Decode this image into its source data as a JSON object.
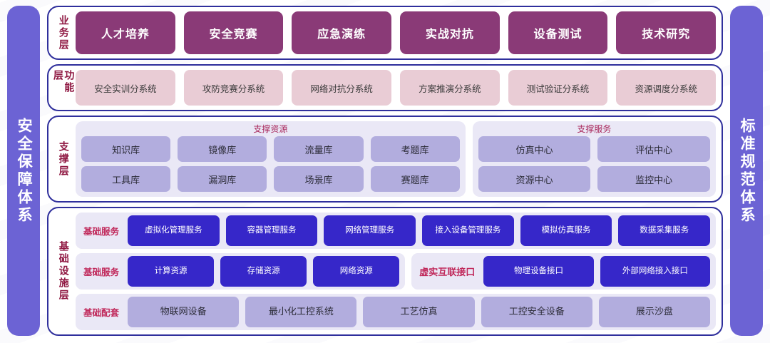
{
  "left_pillar": {
    "label": "安全保障体系"
  },
  "right_pillar": {
    "label": "标准规范体系"
  },
  "layers": {
    "business": {
      "title": "业务层",
      "items": [
        {
          "label": "人才培养"
        },
        {
          "label": "安全竞赛"
        },
        {
          "label": "应急演练"
        },
        {
          "label": "实战对抗"
        },
        {
          "label": "设备测试"
        },
        {
          "label": "技术研究"
        }
      ]
    },
    "function": {
      "title": "功能层",
      "items": [
        {
          "label": "安全实训分系统"
        },
        {
          "label": "攻防竞赛分系统"
        },
        {
          "label": "网络对抗分系统"
        },
        {
          "label": "方案推演分系统"
        },
        {
          "label": "测试验证分系统"
        },
        {
          "label": "资源调度分系统"
        }
      ]
    },
    "support": {
      "title": "支撑层",
      "groups": [
        {
          "title": "支撑资源",
          "rows": [
            [
              {
                "label": "知识库"
              },
              {
                "label": "镜像库"
              },
              {
                "label": "流量库"
              },
              {
                "label": "考题库"
              }
            ],
            [
              {
                "label": "工具库"
              },
              {
                "label": "漏洞库"
              },
              {
                "label": "场景库"
              },
              {
                "label": "赛题库"
              }
            ]
          ]
        },
        {
          "title": "支撑服务",
          "rows": [
            [
              {
                "label": "仿真中心"
              },
              {
                "label": "评估中心"
              }
            ],
            [
              {
                "label": "资源中心"
              },
              {
                "label": "监控中心"
              }
            ]
          ]
        }
      ]
    },
    "infrastructure": {
      "title": "基础设施层",
      "rows": [
        {
          "bands": [
            {
              "label": "基础服务",
              "chips": [
                {
                  "label": "虚拟化管理服务"
                },
                {
                  "label": "容器管理服务"
                },
                {
                  "label": "网络管理服务"
                },
                {
                  "label": "接入设备管理服务"
                },
                {
                  "label": "模拟仿真服务"
                },
                {
                  "label": "数据采集服务"
                }
              ]
            }
          ]
        },
        {
          "bands": [
            {
              "label": "基础服务",
              "chips": [
                {
                  "label": "计算资源"
                },
                {
                  "label": "存储资源"
                },
                {
                  "label": "网络资源"
                }
              ]
            },
            {
              "label": "虚实互联接口",
              "chips": [
                {
                  "label": "物理设备接口"
                },
                {
                  "label": "外部网络接入接口"
                }
              ]
            }
          ]
        },
        {
          "bands": [
            {
              "label": "基础配套",
              "chips": [
                {
                  "label": "物联网设备"
                },
                {
                  "label": "最小化工控系统"
                },
                {
                  "label": "工艺仿真"
                },
                {
                  "label": "工控安全设备"
                },
                {
                  "label": "展示沙盘"
                }
              ]
            }
          ]
        }
      ]
    }
  },
  "colors": {
    "pillar": "#6c63d4",
    "panel_border": "#2f2f9c",
    "business_chip": "#8a3a77",
    "function_chip": "#e9ccd5",
    "support_group_bg": "#eae8f6",
    "support_chip": "#b2adde",
    "infra_chip_solid": "#3627c9",
    "infra_chip_light": "#b2adde",
    "layer_title": "#8f1741",
    "band_label": "#c0285a"
  }
}
